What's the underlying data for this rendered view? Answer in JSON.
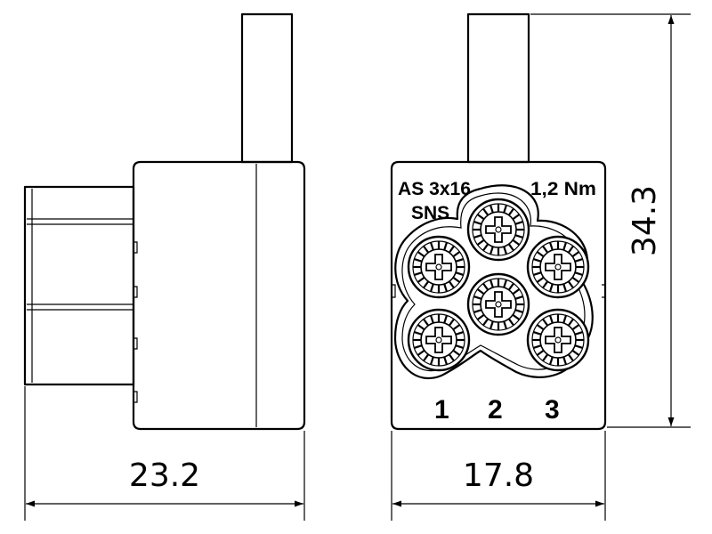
{
  "dimensions": {
    "depth": "23.2",
    "width": "17.8",
    "height": "34.3"
  },
  "markings": {
    "type": "AS 3x16",
    "series": "SNS",
    "torque": "1,2 Nm",
    "terminal_1": "1",
    "terminal_2": "2",
    "terminal_3": "3"
  },
  "colors": {
    "line": "#000000",
    "background": "#ffffff"
  }
}
